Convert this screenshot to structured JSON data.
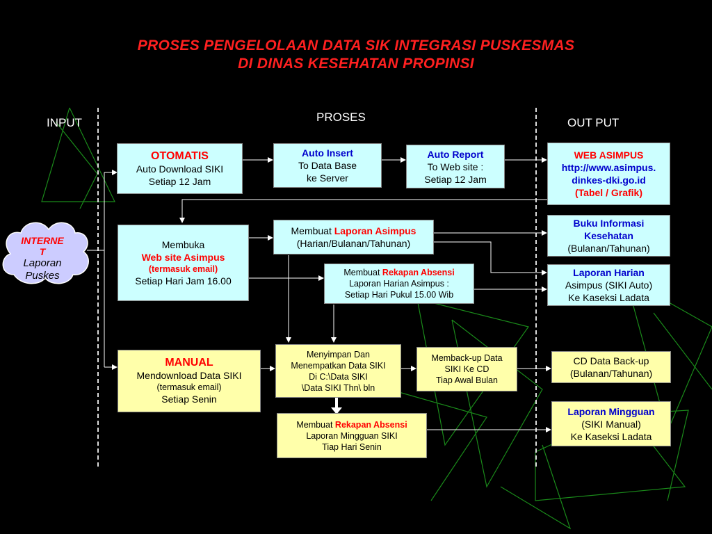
{
  "title": {
    "line1": "PROSES PENGELOLAAN  DATA  SIK INTEGRASI PUSKESMAS",
    "line2": "DI DINAS KESEHATAN PROPINSI"
  },
  "columns": {
    "input": "INPUT",
    "proses": "PROSES",
    "output": "OUT PUT"
  },
  "cloud": {
    "line1": "INTERNE",
    "line2": "T",
    "line3": "Laporan",
    "line4": "Puskes"
  },
  "boxes": {
    "otomatis": {
      "title": "OTOMATIS",
      "l1": "Auto Download SIKI",
      "l2": "Setiap 12 Jam"
    },
    "auto_insert": {
      "title": "Auto Insert",
      "l1": "To Data Base",
      "l2": "ke Server"
    },
    "auto_report": {
      "title": "Auto Report",
      "l1": "To Web site :",
      "l2": "Setiap 12 Jam"
    },
    "web_asimpus": {
      "l1": "WEB ASIMPUS",
      "l2": "http://www.asimpus.",
      "l3": "dinkes-dki.go.id",
      "l4": "(Tabel / Grafik)"
    },
    "membuka": {
      "l1": "Membuka",
      "l2": "Web site Asimpus",
      "l3": "(termasuk email)",
      "l4": "Setiap Hari  Jam 16.00"
    },
    "laporan_asimpus": {
      "prefix": "Membuat ",
      "highlight": "Laporan Asimpus",
      "l2": "(Harian/Bulanan/Tahunan)"
    },
    "rekapan_harian": {
      "prefix": "Membuat ",
      "highlight": "Rekapan  Absensi",
      "l2": "Laporan Harian Asimpus :",
      "l3": "Setiap Hari Pukul 15.00 Wib"
    },
    "buku_informasi": {
      "l1": "Buku Informasi",
      "l2": "Kesehatan",
      "l3": "(Bulanan/Tahunan)"
    },
    "laporan_harian": {
      "l1": "Laporan Harian",
      "l2": "Asimpus (SIKI Auto)",
      "l3": "Ke Kaseksi Ladata"
    },
    "manual": {
      "title": "MANUAL",
      "l1": "Mendownload Data SIKI",
      "l2": "(termasuk email)",
      "l3": "Setiap Senin"
    },
    "menyimpan": {
      "l1": "Menyimpan Dan",
      "l2": "Menempatkan Data SIKI",
      "l3": "Di C:\\Data SIKI",
      "l4": "\\Data SIKI Thn\\ bln"
    },
    "memback": {
      "l1": "Memback-up Data",
      "l2": "SIKI Ke CD",
      "l3": "Tiap Awal Bulan"
    },
    "cd_backup": {
      "l1": "CD Data Back-up",
      "l2": "(Bulanan/Tahunan)"
    },
    "rekapan_mingguan": {
      "prefix": "Membuat ",
      "highlight": "Rekapan Absensi",
      "l2": "Laporan Mingguan SIKI",
      "l3": "Tiap Hari Senin"
    },
    "laporan_mingguan": {
      "l1": "Laporan Mingguan",
      "l2": "(SIKI Manual)",
      "l3": "Ke Kaseksi Ladata"
    }
  },
  "colors": {
    "title": "#ff2020",
    "cyan_box": "#ccffff",
    "yellow_box": "#ffffaa",
    "highlight_red": "#ff0000",
    "highlight_blue": "#0000cc",
    "decor_green": "#1a8a1a"
  }
}
